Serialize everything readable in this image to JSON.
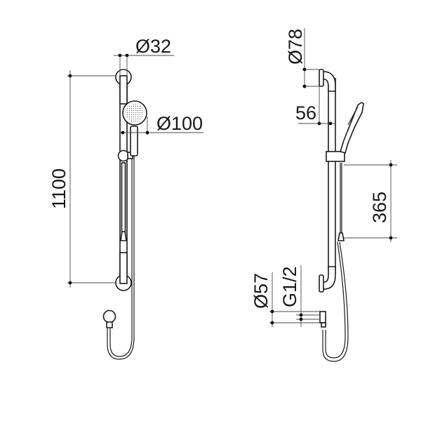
{
  "drawing": {
    "title": "Shower rail dimensional drawing",
    "line_color": "#1a1a1a",
    "background": "#ffffff",
    "views": [
      {
        "name": "front-view",
        "dimensions": {
          "rail_diameter": "Ø32",
          "handpiece_diameter": "Ø100",
          "rail_length": "1100"
        }
      },
      {
        "name": "side-view",
        "dimensions": {
          "flange_diameter": "Ø78",
          "projection": "56",
          "slide_travel": "365",
          "wall_outlet_diameter": "Ø57",
          "thread": "G1/2"
        }
      }
    ]
  }
}
